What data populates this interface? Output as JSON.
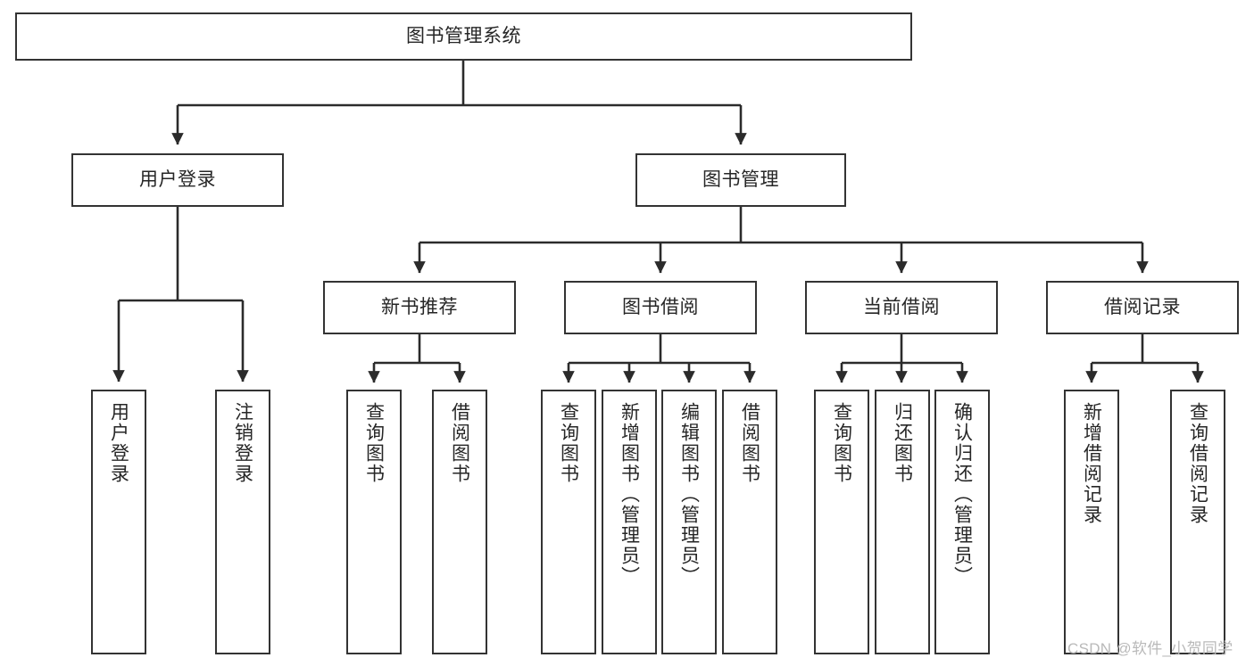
{
  "diagram": {
    "title": "图书管理系统",
    "type": "tree",
    "colors": {
      "box_border": "#333333",
      "box_fill": "#ffffff",
      "text": "#262626",
      "edge": "#2b2b2b",
      "watermark": "#b9b9b9",
      "background": "#ffffff"
    },
    "watermark": "CSDN @软件_小贺同学",
    "nodes": {
      "root": {
        "label": "图书管理系统"
      },
      "level1": [
        {
          "id": "user-login",
          "label": "用户登录"
        },
        {
          "id": "book-manage",
          "label": "图书管理"
        }
      ],
      "level2": [
        {
          "id": "new-book-recommend",
          "label": "新书推荐"
        },
        {
          "id": "book-borrow",
          "label": "图书借阅"
        },
        {
          "id": "current-borrow",
          "label": "当前借阅"
        },
        {
          "id": "borrow-record",
          "label": "借阅记录"
        }
      ],
      "leaves": {
        "user-login": [
          {
            "id": "leaf-user-login",
            "label": "用户登录"
          },
          {
            "id": "leaf-logout-login",
            "label": "注销登录"
          }
        ],
        "new-book-recommend": [
          {
            "id": "leaf-query-book-1",
            "label": "查询图书"
          },
          {
            "id": "leaf-borrow-book-1",
            "label": "借阅图书"
          }
        ],
        "book-borrow": [
          {
            "id": "leaf-query-book-2",
            "label": "查询图书"
          },
          {
            "id": "leaf-add-book",
            "label": "新增图书（管理员）"
          },
          {
            "id": "leaf-edit-book",
            "label": "编辑图书（管理员）"
          },
          {
            "id": "leaf-borrow-book-2",
            "label": "借阅图书"
          }
        ],
        "current-borrow": [
          {
            "id": "leaf-query-book-3",
            "label": "查询图书"
          },
          {
            "id": "leaf-return-book",
            "label": "归还图书"
          },
          {
            "id": "leaf-confirm-return",
            "label": "确认归还（管理员）"
          }
        ],
        "borrow-record": [
          {
            "id": "leaf-add-record",
            "label": "新增借阅记录"
          },
          {
            "id": "leaf-query-record",
            "label": "查询借阅记录"
          }
        ]
      }
    }
  }
}
